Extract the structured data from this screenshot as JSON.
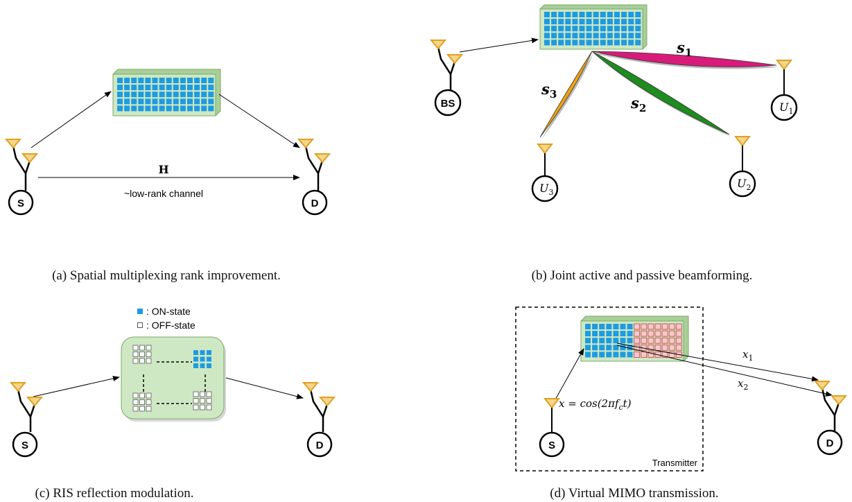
{
  "panels": {
    "a": {
      "caption": "(a) Spatial multiplexing rank improvement.",
      "channel_symbol": "H",
      "channel_note": "~low-rank channel",
      "source_label": "S",
      "dest_label": "D"
    },
    "b": {
      "caption": "(b) Joint active and passive beamforming.",
      "bs_label": "BS",
      "beams": [
        {
          "label": "s",
          "sub": "1",
          "color": "#d81b7a"
        },
        {
          "label": "s",
          "sub": "2",
          "color": "#1e8c1e"
        },
        {
          "label": "s",
          "sub": "3",
          "color": "#f0a20f"
        }
      ],
      "users": [
        {
          "label": "U",
          "sub": "1"
        },
        {
          "label": "U",
          "sub": "2"
        },
        {
          "label": "U",
          "sub": "3"
        }
      ]
    },
    "c": {
      "caption": "(c) RIS reflection modulation.",
      "legend_on": ": ON-state",
      "legend_off": ": OFF-state",
      "source_label": "S",
      "dest_label": "D"
    },
    "d": {
      "caption": "(d) Virtual MIMO transmission.",
      "signal_eq": "x = cos(2πf",
      "signal_sub": "c",
      "signal_tail": "t)",
      "tx_label": "Transmitter",
      "x1_label": "x",
      "x1_sub": "1",
      "x2_label": "x",
      "x2_sub": "2",
      "source_label": "S",
      "dest_label": "D"
    }
  },
  "colors": {
    "ris_frame": "#cfe8c4",
    "ris_border": "#7aa86a",
    "element_on": "#1e9be0",
    "element_off_fill": "#ffffff",
    "element_red": "#f6c9cc",
    "antenna": "#e0a020"
  }
}
